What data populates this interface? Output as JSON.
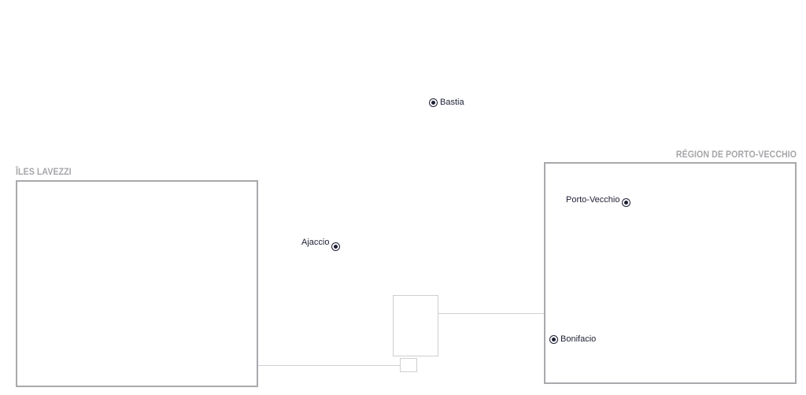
{
  "insets": {
    "lavezzi": {
      "title": "ÎLES LAVEZZI"
    },
    "porto_vecchio": {
      "title": "RÉGION DE PORTO-VECCHIO"
    }
  },
  "cities": {
    "bastia": {
      "name": "Bastia"
    },
    "ajaccio": {
      "name": "Ajaccio"
    },
    "porto_vecchio": {
      "name": "Porto-Vecchio"
    },
    "bonifacio": {
      "name": "Bonifacio"
    }
  },
  "colors": {
    "city_marker": "#1d1f33",
    "frame_border": "#a9a9ad",
    "inset_title": "#a6a6aa",
    "locator_line": "#cfcfd2"
  }
}
